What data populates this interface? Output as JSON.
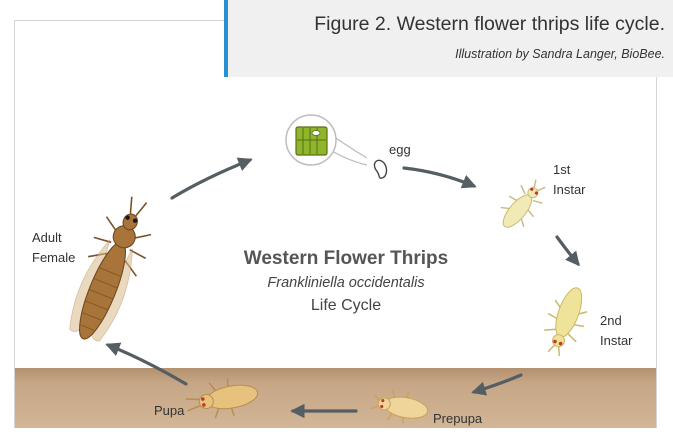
{
  "caption": {
    "title": "Figure 2. Western flower thrips life cycle.",
    "credit": "Illustration by Sandra Langer, BioBee."
  },
  "diagram": {
    "title": "Western Flower Thrips",
    "species": "Frankliniella occidentalis",
    "subtitle": "Life Cycle",
    "stages": {
      "egg": "egg",
      "first_instar": [
        "1st",
        "Instar"
      ],
      "second_instar": [
        "2nd",
        "Instar"
      ],
      "prepupa": "Prepupa",
      "pupa": "Pupa",
      "adult_female": [
        "Adult",
        "Female"
      ]
    }
  },
  "colors": {
    "caption_accent": "#2a8fd0",
    "caption_bg": "#f0f0f0",
    "soil": "#c4a484",
    "arrow": "#555e63",
    "leaf": "#8fb52a",
    "larva": "#efe6a6",
    "adult": "#a8743a"
  }
}
